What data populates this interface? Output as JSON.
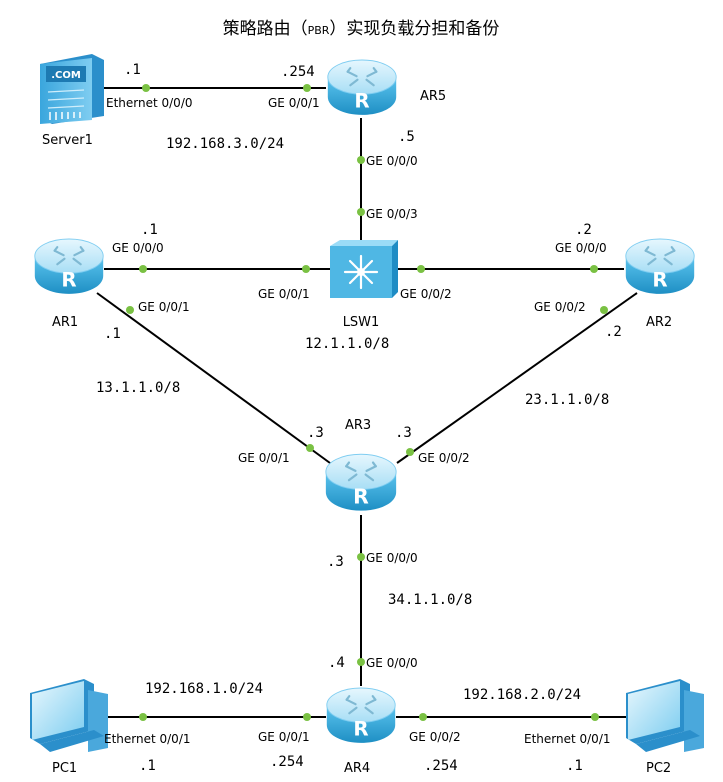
{
  "title": {
    "main_a": "策略路由（",
    "main_tag": "PBR",
    "main_b": "）实现负载分担和备份"
  },
  "devices": {
    "server1": "Server1",
    "ar5": "AR5",
    "ar1": "AR1",
    "lsw1": "LSW1",
    "ar2": "AR2",
    "ar3": "AR3",
    "ar4": "AR4",
    "pc1": "PC1",
    "pc2": "PC2",
    "server_badge": ".COM",
    "router_letter": "R"
  },
  "networks": {
    "n3": "192.168.3.0/24",
    "n12": "12.1.1.0/8",
    "n13": "13.1.1.0/8",
    "n23": "23.1.1.0/8",
    "n34": "34.1.1.0/8",
    "n1": "192.168.1.0/24",
    "n2": "192.168.2.0/24"
  },
  "ports": {
    "srv_eth": "Ethernet 0/0/0",
    "ar5_g001": "GE 0/0/1",
    "ar5_g000": "GE 0/0/0",
    "lsw_g003": "GE 0/0/3",
    "ar1_g000": "GE 0/0/0",
    "lsw_g001": "GE 0/0/1",
    "lsw_g002": "GE 0/0/2",
    "ar2_g000": "GE 0/0/0",
    "ar1_g001": "GE 0/0/1",
    "ar2_g002": "GE 0/0/2",
    "ar3_g001": "GE 0/0/1",
    "ar3_g002": "GE 0/0/2",
    "ar3_g000": "GE 0/0/0",
    "ar4_g000": "GE 0/0/0",
    "pc1_eth": "Ethernet 0/0/1",
    "ar4_g001": "GE 0/0/1",
    "ar4_g002": "GE 0/0/2",
    "pc2_eth": "Ethernet 0/0/1"
  },
  "ips": {
    "srv": ".1",
    "ar5_254": ".254",
    "ar5_5": ".5",
    "ar1_top": ".1",
    "ar2_top": ".2",
    "ar1_bot": ".1",
    "ar2_bot": ".2",
    "ar3_l": ".3",
    "ar3_r": ".3",
    "ar3_b": ".3",
    "ar4_t": ".4",
    "pc1": ".1",
    "ar4_l": ".254",
    "ar4_r": ".254",
    "pc2": ".1"
  },
  "colors": {
    "line": "#000000",
    "port_dot": "#7ac143",
    "router_light": "#c8ecfa",
    "router_dark": "#35a9dc",
    "switch": "#4fb7e4"
  }
}
